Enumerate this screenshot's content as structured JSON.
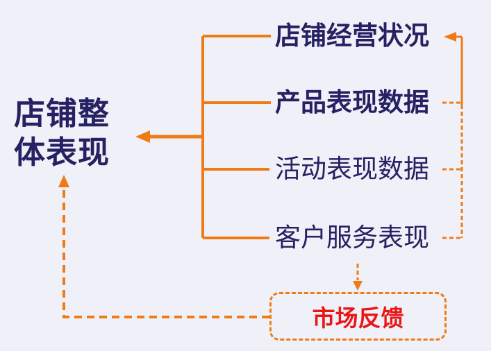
{
  "title": {
    "lines": {
      "0": "店铺整",
      "1": "体表现"
    }
  },
  "branches": [
    {
      "label": "店铺经营状况"
    },
    {
      "label": "产品表现数据"
    },
    {
      "label": "活动表现数据"
    },
    {
      "label": "客户服务表现"
    }
  ],
  "feedback": {
    "label": "市场反馈"
  },
  "colors": {
    "connector": "#ef7b17",
    "node-text": "#252162",
    "feedback-text": "#ea1515",
    "background": "#f0f1f8"
  }
}
